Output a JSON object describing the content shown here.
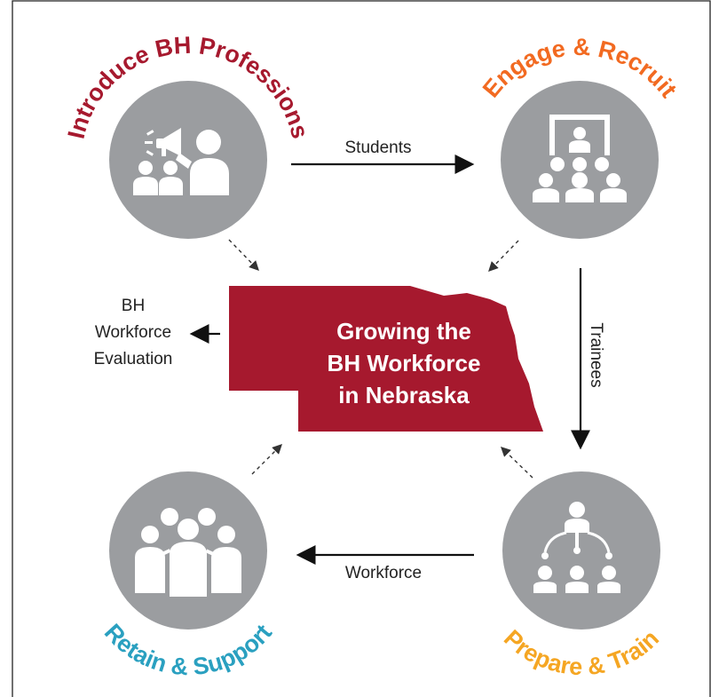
{
  "colors": {
    "introduce": "#a6192e",
    "engage": "#f26a21",
    "prepare": "#f5a623",
    "retain": "#2aa0c0",
    "state_fill": "#a6192e",
    "node_fill": "#9b9da0"
  },
  "nodes": {
    "introduce": {
      "label": "Introduce BH Professions",
      "icon": "megaphone-speaker-icon"
    },
    "engage": {
      "label": "Engage & Recruit",
      "icon": "presenter-audience-icon"
    },
    "prepare": {
      "label": "Prepare & Train",
      "icon": "hierarchy-training-icon"
    },
    "retain": {
      "label": "Retain & Support",
      "icon": "team-support-icon"
    }
  },
  "flows": {
    "students": "Students",
    "trainees": "Trainees",
    "workforce": "Workforce"
  },
  "center": {
    "line1": "Growing the",
    "line2": "BH Workforce",
    "line3": "in Nebraska"
  },
  "evaluation": {
    "line1": "BH",
    "line2": "Workforce",
    "line3": "Evaluation"
  }
}
